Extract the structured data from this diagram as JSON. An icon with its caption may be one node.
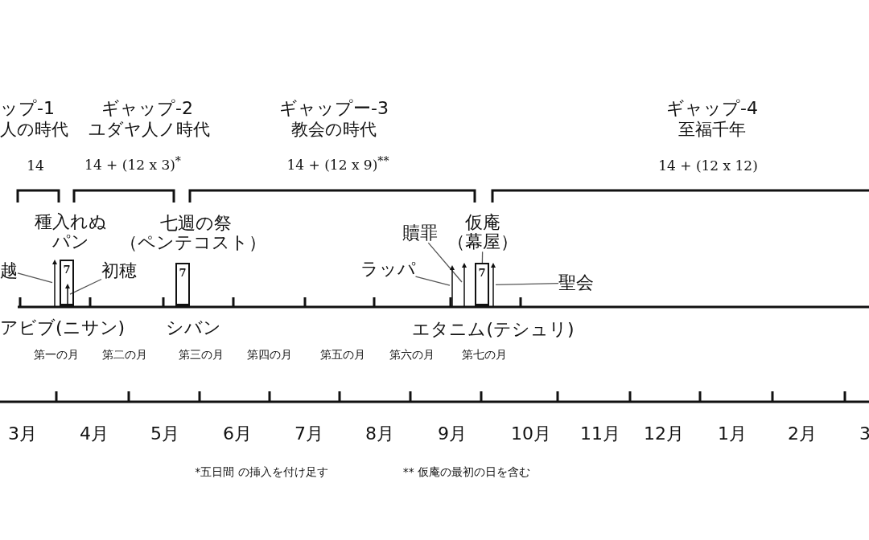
{
  "diagram": {
    "nodes": [
      {
        "text": [
          "7"
        ]
      },
      {
        "text": [
          "7"
        ]
      },
      {
        "text": [
          "7"
        ]
      },
      {
        "text": [],
        "shape": "bar"
      },
      {
        "text": [],
        "shape": "bar",
        "in": 0
      },
      {
        "text": [],
        "shape": "bar"
      },
      {
        "text": [],
        "shape": "bar"
      },
      {
        "text": [],
        "shape": "bar"
      },
      {
        "text": [
          "越"
        ]
      },
      {
        "text": [
          "初穂"
        ]
      },
      {
        "text": [
          "ラッパ"
        ]
      },
      {
        "text": [
          "贖罪"
        ]
      },
      {
        "text": [
          "聖会"
        ]
      },
      {
        "text": [
          "仮庵",
          "（幕屋）"
        ]
      }
    ],
    "edges": [
      {
        "from": 8,
        "to": 3,
        "arrow": "none"
      },
      {
        "from": 9,
        "to": 4,
        "arrow": "none"
      },
      {
        "from": 10,
        "to": 5,
        "arrow": "none"
      },
      {
        "from": 11,
        "to": 6,
        "arrow": "none"
      },
      {
        "from": 12,
        "to": 7,
        "arrow": "none"
      },
      {
        "from": 13,
        "to": 2,
        "arrow": "none"
      }
    ],
    "labels": [
      "ップ-1",
      "人の時代",
      "ギャップ-2",
      "ユダヤ人ノ時代",
      "ギャップー-3",
      "教会の時代",
      "ギャップ-4",
      "至福千年",
      "14",
      "14 + (12 x 3)$^{*}$",
      "14 + (12 x 9)$^{**}$",
      "14 + (12 x 12)",
      "種入れぬ",
      "パン",
      "七週の祭",
      "（ペンテコスト）",
      "アビブ(ニサン)",
      "シバン",
      "エタニム(テシュリ)",
      "第一の月",
      "第二の月",
      "第三の月",
      "第四の月",
      "第五の月",
      "第六の月",
      "第七の月",
      "3月",
      "4月",
      "5月",
      "6月",
      "7月",
      "8月",
      "9月",
      "10月",
      "11月",
      "12月",
      "1月",
      "2月",
      "3",
      "*五日間 の挿入を付け足す",
      "** 仮庵の最初の日を含む"
    ]
  }
}
